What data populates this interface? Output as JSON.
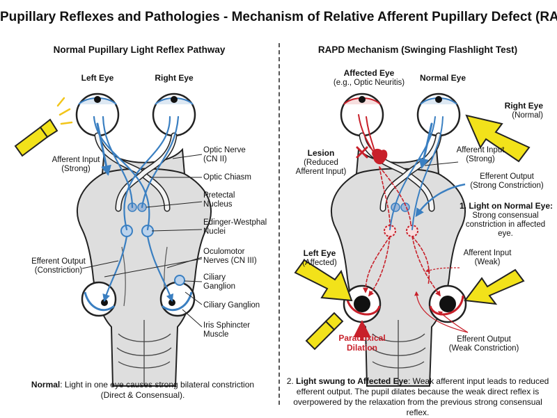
{
  "title": "Pupillary Reflexes and Pathologies - Mechanism of Relative Afferent Pupillary Defect (RAPD)",
  "left_panel": {
    "title": "Normal Pupillary Light Reflex Pathway",
    "left_eye": "Left Eye",
    "right_eye": "Right Eye",
    "afferent_1": "Afferent Input",
    "afferent_2": "(Strong)",
    "efferent_1": "Efferent Output",
    "efferent_2": "(Constriction)",
    "optic_nerve_1": "Optic Nerve",
    "optic_nerve_2": "(CN II)",
    "optic_chiasm": "Optic Chiasm",
    "pretectal_1": "Pretectal",
    "pretectal_2": "Nucleus",
    "ew_1": "Edinger-Westphal",
    "ew_2": "Nuclei",
    "oculomotor_1": "Oculomotor",
    "oculomotor_2": "Nerves (CN III)",
    "ciliary_1": "Ciliary",
    "ciliary_2": "Ganglion",
    "ciliary_ganglion": "Ciliary Ganglion",
    "iris_1": "Iris Sphincter",
    "iris_2": "Muscle",
    "caption_bold": "Normal",
    "caption_rest": ": Light in one eye causes strong bilateral constriction (Direct & Consensual)."
  },
  "right_panel": {
    "title": "RAPD Mechanism (Swinging Flashlight Test)",
    "affected_eye": "Affected Eye",
    "affected_eye_example": "(e.g., Optic Neuritis)",
    "normal_eye": "Normal Eye",
    "right_eye_1": "Right Eye",
    "right_eye_2": "(Normal)",
    "lesion": "Lesion",
    "lesion_2": "(Reduced",
    "lesion_3": "Afferent Input)",
    "afferent_strong_1": "Afferent Input",
    "afferent_strong_2": "(Strong)",
    "efferent_strong_1": "Efferent Output",
    "efferent_strong_2": "(Strong Constriction)",
    "step1_bold": "1. Light on Normal Eye:",
    "step1_1": "Strong consensual",
    "step1_2": "constriction in affected",
    "step1_3": "eye.",
    "left_eye_1": "Left Eye",
    "left_eye_2": "(Affected)",
    "afferent_weak_1": "Afferent Input",
    "afferent_weak_2": "(Weak)",
    "paradoxical_1": "Paradoxical",
    "paradoxical_2": "Dilation",
    "efferent_weak_1": "Efferent Output",
    "efferent_weak_2": "(Weak Constriction)",
    "caption_num": "2. ",
    "caption_bold": "Light swung to Affected Eye",
    "caption_rest": ": Weak afferent input leads to reduced efferent output. The pupil dilates because the weak direct reflex is overpowered by the relaxation from the previous strong consensual reflex."
  },
  "colors": {
    "pathway_blue": "#3a7fc1",
    "lesion_red": "#c8202a",
    "flashlight_yellow": "#f2e21a",
    "brain_gray": "#d9d9d9"
  }
}
